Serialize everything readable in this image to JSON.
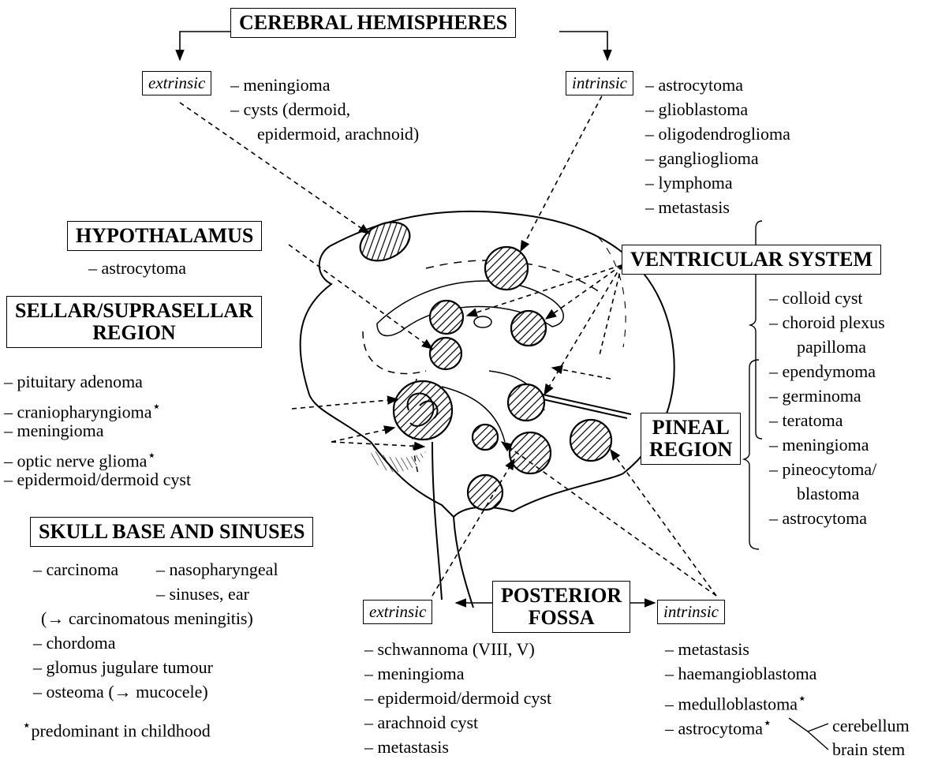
{
  "star_symbol": "⋆",
  "cerebral": {
    "title": "CEREBRAL HEMISPHERES",
    "extrinsic": {
      "label": "extrinsic",
      "items": [
        "– meningioma",
        "– cysts (dermoid,",
        "epidermoid, arachnoid)"
      ]
    },
    "intrinsic": {
      "label": "intrinsic",
      "items": [
        "– astrocytoma",
        "– glioblastoma",
        "– oligodendroglioma",
        "– ganglioglioma",
        "– lymphoma",
        "– metastasis"
      ]
    }
  },
  "hypothalamus": {
    "title": "HYPOTHALAMUS",
    "items": [
      "– astrocytoma"
    ]
  },
  "sellar": {
    "title_line1": "SELLAR/SUPRASELLAR",
    "title_line2": "REGION",
    "items": [
      "– pituitary adenoma",
      "– craniopharyngioma",
      "– meningioma",
      "– optic nerve glioma",
      "– epidermoid/dermoid cyst"
    ]
  },
  "skull": {
    "title": "SKULL BASE AND SINUSES",
    "items": [
      "– carcinoma",
      "– nasopharyngeal",
      "– sinuses, ear",
      "(→ carcinomatous meningitis)",
      "– chordoma",
      "– glomus jugulare tumour",
      "– osteoma (→ mucocele)"
    ]
  },
  "ventricular": {
    "title": "VENTRICULAR SYSTEM",
    "items": [
      "– colloid cyst",
      "– choroid plexus",
      "papilloma",
      "– ependymoma",
      "– germinoma",
      "– teratoma",
      "– meningioma",
      "– pineocytoma/",
      "blastoma",
      "– astrocytoma"
    ]
  },
  "pineal": {
    "title_line1": "PINEAL",
    "title_line2": "REGION"
  },
  "posterior": {
    "title_line1": "POSTERIOR",
    "title_line2": "FOSSA",
    "extrinsic": {
      "label": "extrinsic",
      "items": [
        "– schwannoma (VIII, V)",
        "– meningioma",
        "– epidermoid/dermoid cyst",
        "– arachnoid cyst",
        "– metastasis"
      ]
    },
    "intrinsic": {
      "label": "intrinsic",
      "items": [
        "– metastasis",
        "– haemangioblastoma",
        "– medulloblastoma",
        "– astrocytoma"
      ],
      "sub": [
        "cerebellum",
        "brain stem"
      ]
    }
  },
  "footnote": "predominant in childhood"
}
